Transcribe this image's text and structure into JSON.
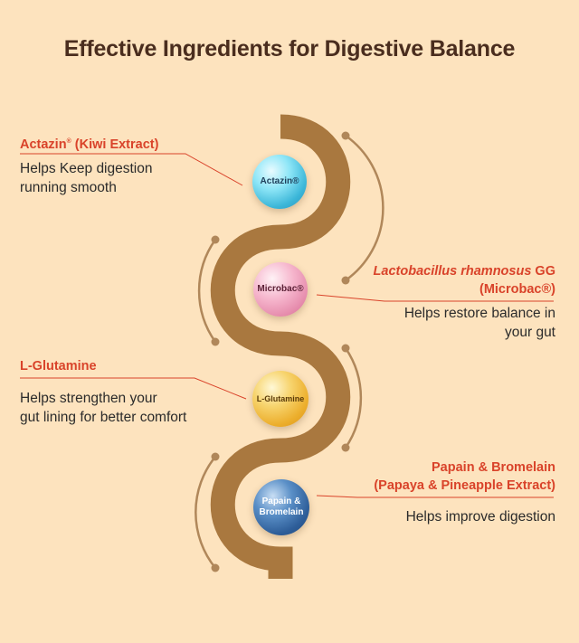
{
  "title": "Effective Ingredients for Digestive Balance",
  "colors": {
    "background": "#fde3be",
    "title": "#4a2d1e",
    "accent_red": "#d9432a",
    "snake": "#a9783f",
    "arc": "#b0875a"
  },
  "ingredients": [
    {
      "bubble_label": "Actazin®",
      "heading": "Actazin® (Kiwi Extract)",
      "heading_name": "Actazin",
      "heading_mark": "®",
      "heading_rest": " (Kiwi Extract)",
      "desc_line1": "Helps Keep digestion",
      "desc_line2": "running smooth"
    },
    {
      "bubble_label": "Microbac®",
      "heading_italic": "Lactobacillus rhamnosus",
      "heading_rest": " GG",
      "heading_line2": "(Microbac®)",
      "desc_line1": "Helps restore balance in",
      "desc_line2": "your gut"
    },
    {
      "bubble_label": "L-Glutamine",
      "heading": "L-Glutamine",
      "desc_line1": "Helps strengthen your",
      "desc_line2": "gut lining for better comfort"
    },
    {
      "bubble_label_line1": "Papain &",
      "bubble_label_line2": "Bromelain",
      "heading_line1": "Papain & Bromelain",
      "heading_line2": "(Papaya & Pineapple Extract)",
      "desc": "Helps improve digestion"
    }
  ]
}
